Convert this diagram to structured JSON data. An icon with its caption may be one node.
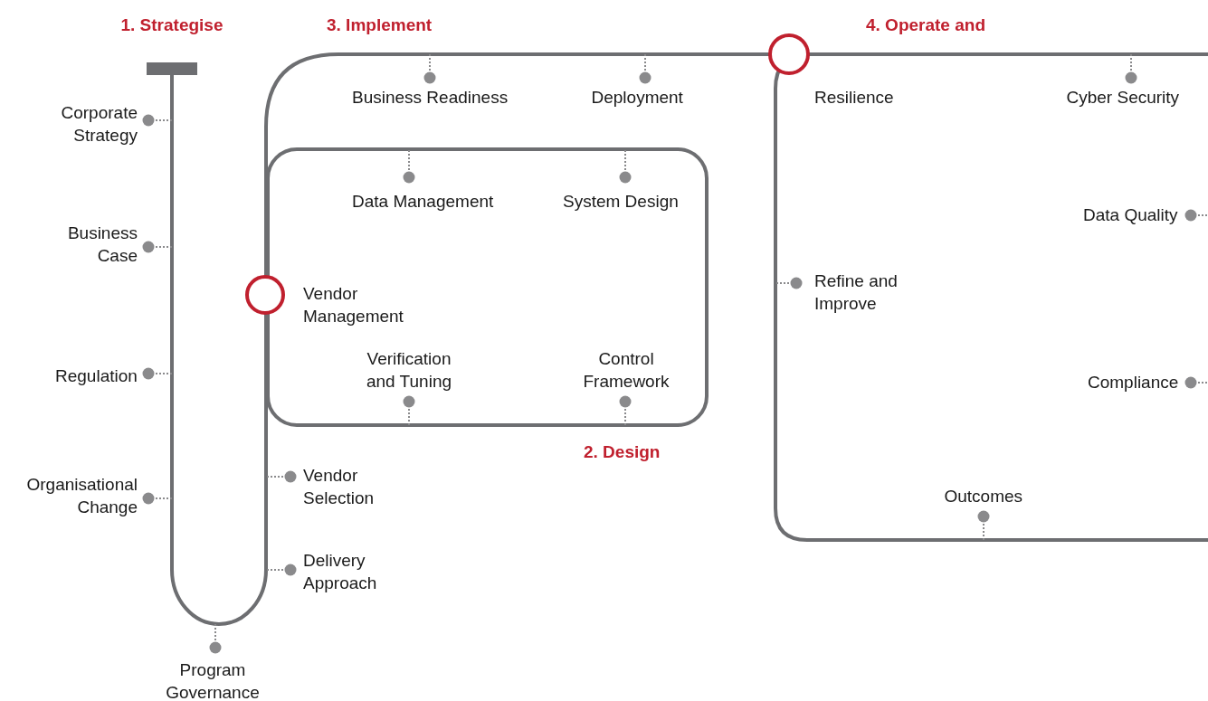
{
  "diagram": {
    "labels": [
      "1. Strategise",
      "3. Implement",
      "4. Operate and",
      "Business Readiness",
      "Deployment",
      "Resilience",
      "Cyber Security",
      "Corporate Strategy",
      "Data Management",
      "System Design",
      "Data Quality",
      "Business Case",
      "Refine and Improve",
      "Vendor Management",
      "Verification and Tuning",
      "Control Framework",
      "Regulation",
      "Compliance",
      "2. Design",
      "Vendor Selection",
      "Organisational Change",
      "Outcomes",
      "Delivery Approach",
      "Program Governance"
    ]
  }
}
